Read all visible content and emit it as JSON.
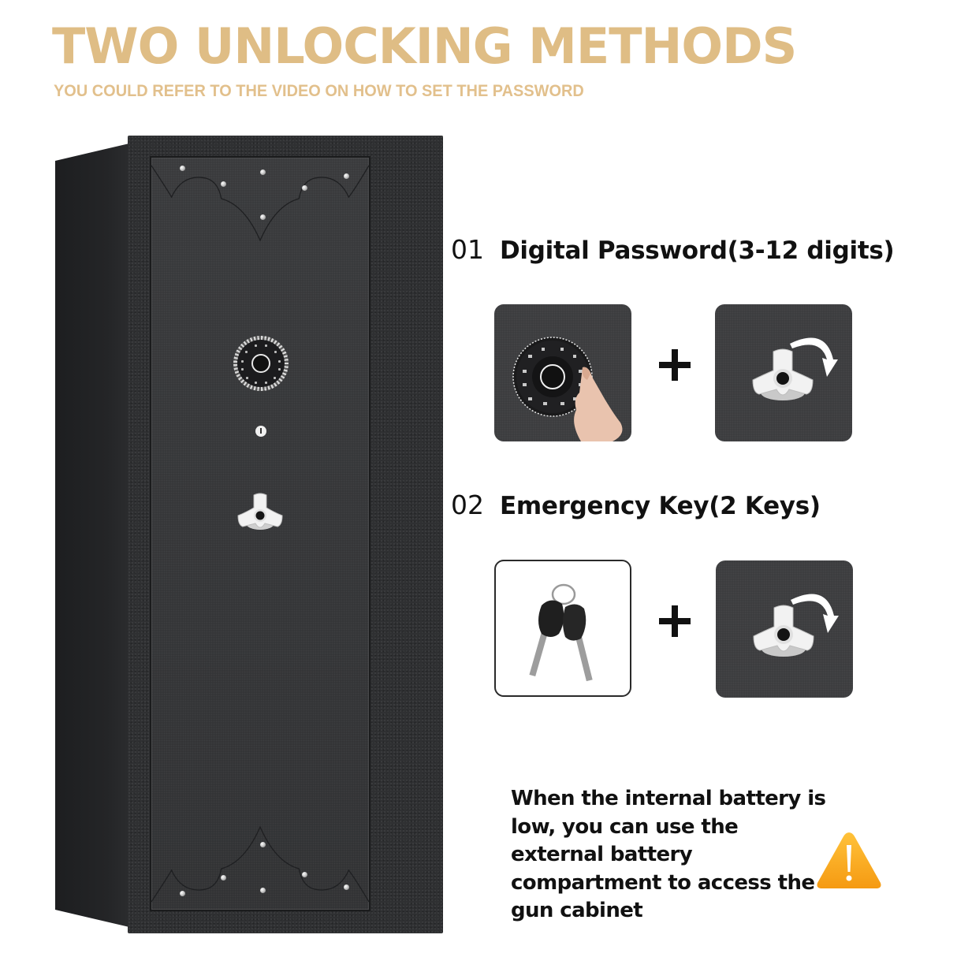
{
  "header": {
    "title": "TWO UNLOCKING METHODS",
    "subtitle": "YOU COULD REFER TO THE VIDEO ON HOW TO SET THE PASSWORD",
    "title_color": "#dfbd85"
  },
  "product": {
    "name": "gun-cabinet",
    "body_color": "#2f3032",
    "features": [
      "keypad-with-fingerprint",
      "emergency-keyhole",
      "three-spoke-handle"
    ]
  },
  "methods": [
    {
      "number": "01",
      "label": "Digital Password(3-12 digits)",
      "tiles": [
        {
          "icon": "keypad-icon",
          "style": "dark"
        },
        {
          "icon": "handle-rotate-icon",
          "style": "dark"
        }
      ],
      "joiner": "+"
    },
    {
      "number": "02",
      "label": "Emergency Key(2 Keys)",
      "tiles": [
        {
          "icon": "keys-icon",
          "style": "light"
        },
        {
          "icon": "handle-rotate-icon",
          "style": "dark"
        }
      ],
      "joiner": "+"
    }
  ],
  "note": {
    "text": "When the internal battery is low, you can use the external battery compartment to access the gun cabinet",
    "icon": "warning-icon",
    "icon_color": "#f7a51d"
  }
}
